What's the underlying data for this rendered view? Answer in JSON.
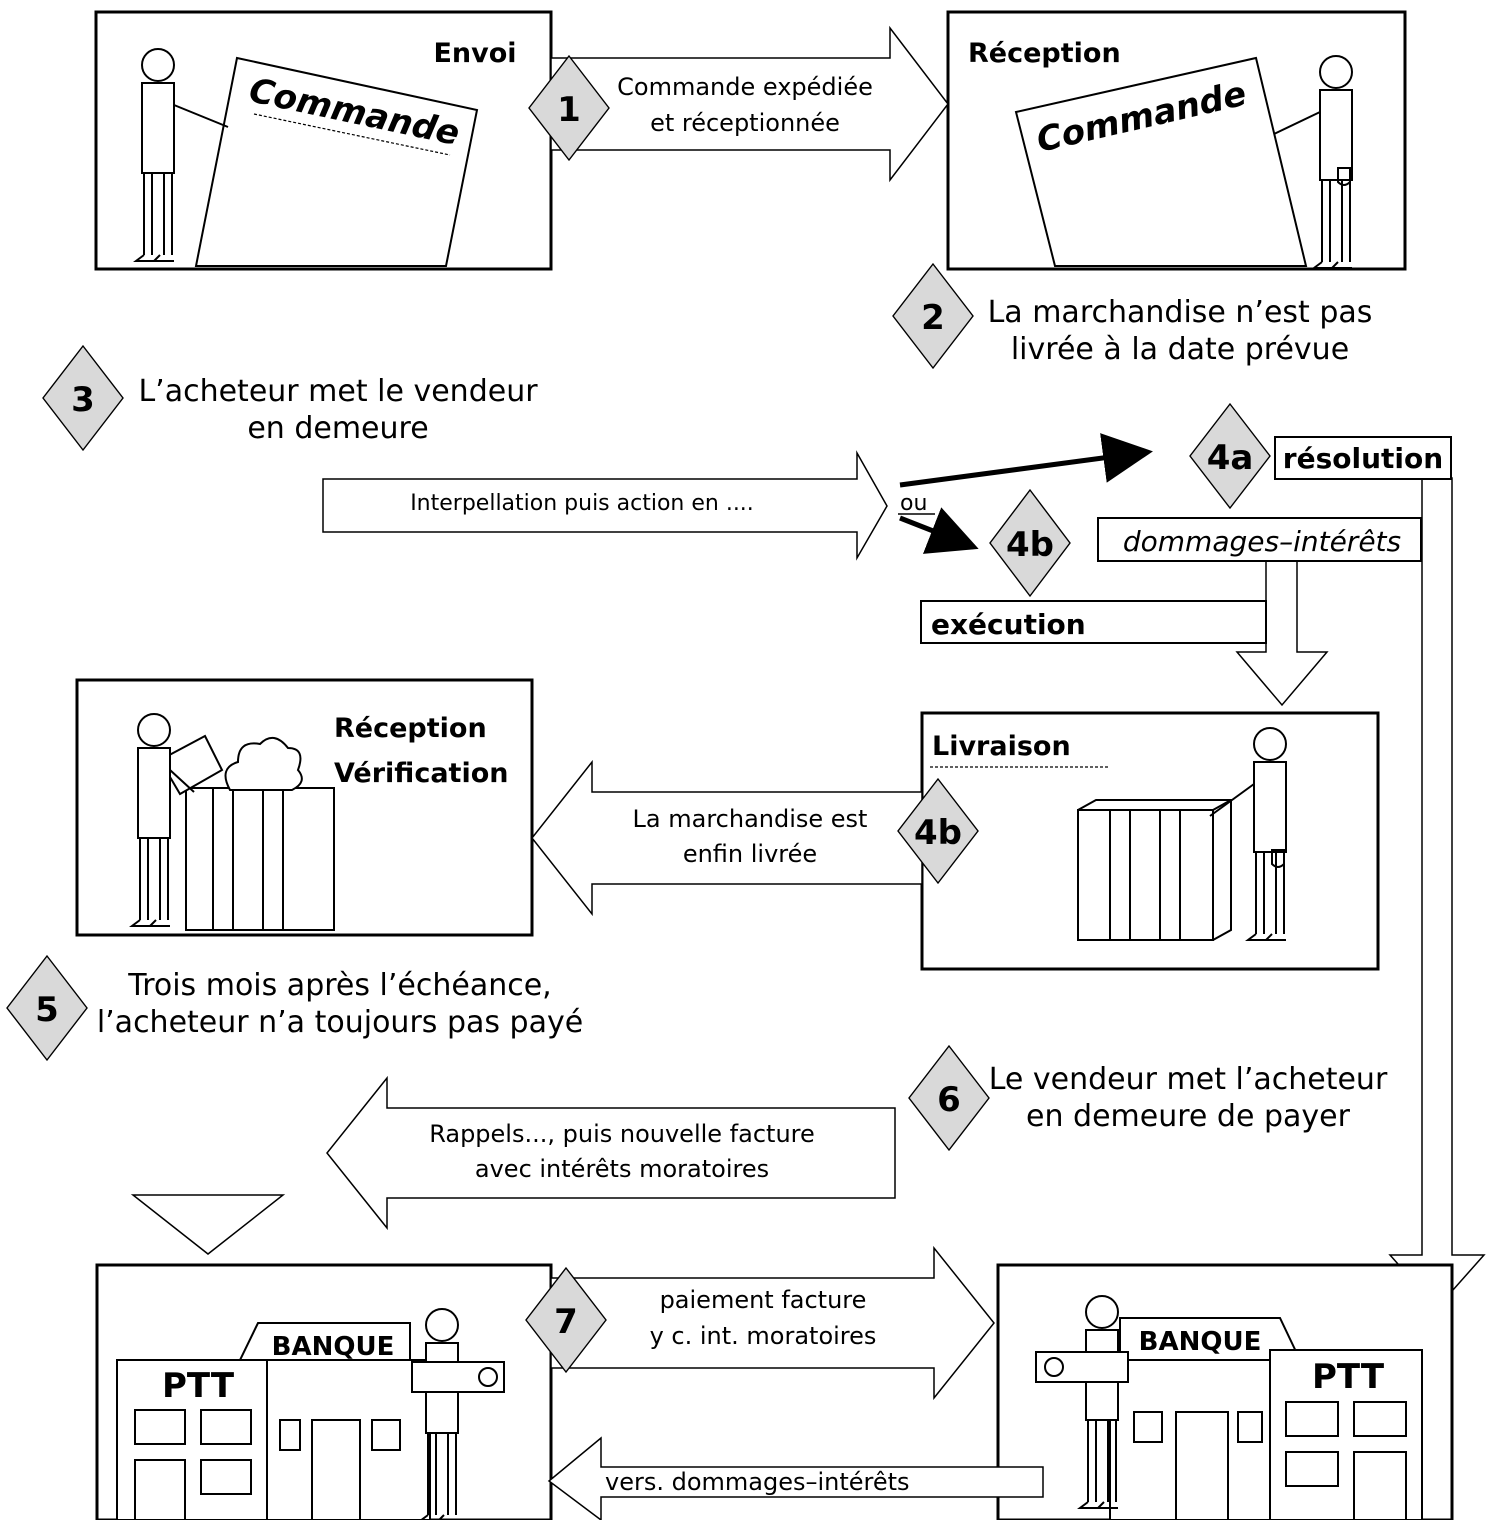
{
  "panels": {
    "envoi": {
      "title": "Envoi",
      "document": "Commande"
    },
    "reception_order": {
      "title": "Réception",
      "document": "Commande"
    },
    "reception_check": {
      "title_line1": "Réception",
      "title_line2": "Vérification"
    },
    "livraison": {
      "title": "Livraison"
    },
    "bank_left": {
      "bank_sign": "BANQUE",
      "post_sign": "PTT"
    },
    "bank_right": {
      "bank_sign": "BANQUE",
      "post_sign": "PTT"
    }
  },
  "steps": {
    "s1": {
      "badge": "1",
      "text_line1": "Commande expédiée",
      "text_line2": "et réceptionnée"
    },
    "s2": {
      "badge": "2",
      "text_line1": "La marchandise n’est pas",
      "text_line2": "livrée à la date prévue"
    },
    "s3": {
      "badge": "3",
      "text_line1": "L’acheteur met le vendeur",
      "text_line2": "en demeure"
    },
    "s3_arrow": {
      "text": "Interpellation puis action en ....",
      "connector": "ou"
    },
    "s4a": {
      "badge": "4a",
      "label": "résolution"
    },
    "s4b": {
      "badge": "4b",
      "label_damages": "dommages–intérêts",
      "label_execution": "exécution"
    },
    "s4b_delivery": {
      "badge": "4b",
      "text_line1": "La marchandise est",
      "text_line2": "enfin livrée"
    },
    "s5": {
      "badge": "5",
      "text_line1": "Trois mois après l’échéance,",
      "text_line2": "l’acheteur n’a toujours pas payé"
    },
    "s6": {
      "badge": "6",
      "text_line1": "Le vendeur met l’acheteur",
      "text_line2": "en demeure de payer"
    },
    "s6_arrow": {
      "text_line1": "Rappels...,   puis nouvelle facture",
      "text_line2": "avec intérêts moratoires"
    },
    "s7": {
      "badge": "7",
      "text_line1": "paiement facture",
      "text_line2": "y c. int. moratoires"
    },
    "refund": {
      "text": "vers. dommages–intérêts"
    }
  },
  "colors": {
    "badge_fill": "#d9d9d9",
    "ink": "#000000",
    "paper": "#ffffff"
  }
}
